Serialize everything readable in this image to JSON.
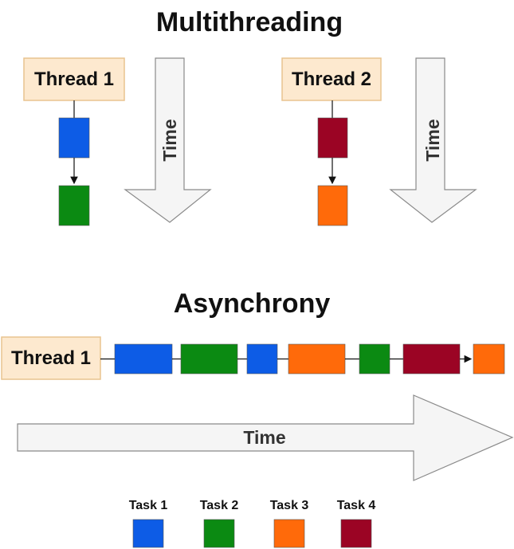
{
  "titles": {
    "multithreading": "Multithreading",
    "asynchrony": "Asynchrony"
  },
  "threads": {
    "thread1_label": "Thread 1",
    "thread2_label": "Thread 2",
    "async_thread_label": "Thread 1"
  },
  "time_label": "Time",
  "legend": [
    {
      "label": "Task 1",
      "color": "#0d5ce6"
    },
    {
      "label": "Task 2",
      "color": "#0b8a12"
    },
    {
      "label": "Task 3",
      "color": "#ff6a0a"
    },
    {
      "label": "Task 4",
      "color": "#9b0424"
    }
  ],
  "multithreading": {
    "thread1_tasks": [
      "Task 1",
      "Task 2"
    ],
    "thread2_tasks": [
      "Task 4",
      "Task 3"
    ]
  },
  "asynchrony": {
    "sequence": [
      "Task 1",
      "Task 2",
      "Task 1",
      "Task 3",
      "Task 2",
      "Task 4",
      "Task 3"
    ]
  }
}
